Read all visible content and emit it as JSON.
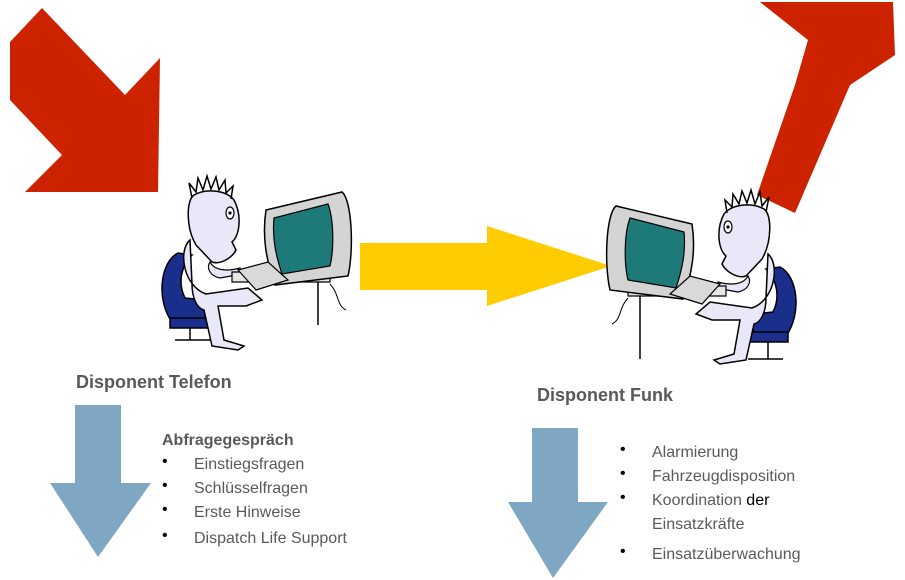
{
  "roles": {
    "phone": {
      "title": "Disponent Telefon",
      "heading": "Abfragegespräch",
      "items": [
        "Einstiegsfragen",
        "Schlüsselfragen",
        "Erste Hinweise",
        "Dispatch Life Support"
      ]
    },
    "radio": {
      "title": "Disponent Funk",
      "items": [
        "Alarmierung",
        "Fahrzeugdisposition",
        "Koordination",
        "der",
        "Einsatzkräfte",
        "Einsatzüberwachung"
      ]
    }
  },
  "colors": {
    "incoming_arrow": "#cc2200",
    "outgoing_arrow": "#cc2200",
    "handover_arrow": "#ffcc00",
    "task_arrow": "#7fa7c4",
    "person_fill": "#e8e8f8",
    "chair": "#1a2e8c",
    "monitor_screen": "#1e7a78"
  },
  "icons": {
    "incoming": "red-diagonal-arrow-down-icon",
    "outgoing": "red-diagonal-arrow-up-icon",
    "handover": "yellow-right-arrow-icon",
    "tasks": "blue-down-arrow-icon",
    "operator": "dispatcher-at-computer-icon"
  }
}
